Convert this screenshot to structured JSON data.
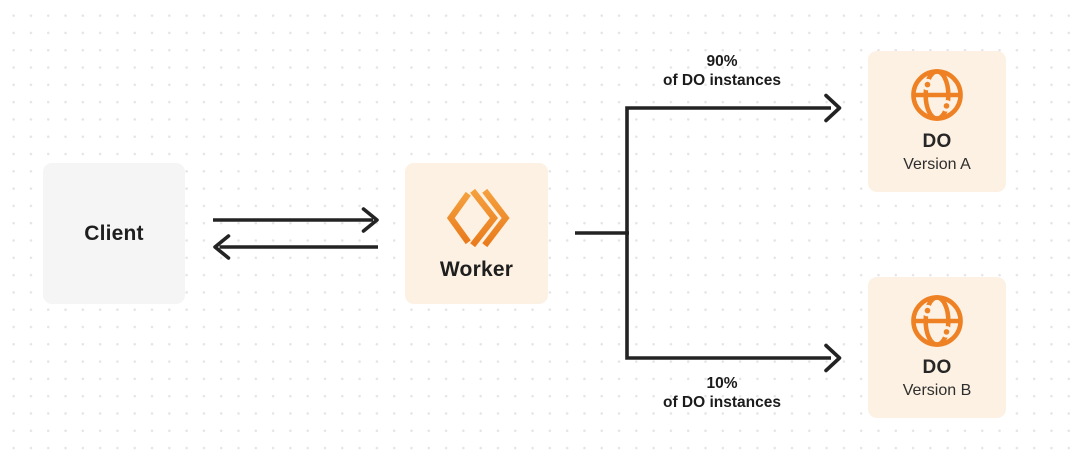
{
  "diagram": {
    "colors": {
      "accent_orange": "#ef8125",
      "cream_box": "#fcf1e2",
      "gray_box": "#f5f5f6",
      "line_dark": "#232323",
      "dot_grid": "#e4e4e9"
    },
    "nodes": {
      "client": {
        "label": "Client"
      },
      "worker": {
        "label": "Worker",
        "icon": "cloudflare-workers-icon"
      },
      "do_version_a": {
        "title": "DO",
        "subtitle": "Version A",
        "icon": "globe-icon"
      },
      "do_version_b": {
        "title": "DO",
        "subtitle": "Version B",
        "icon": "globe-icon"
      }
    },
    "edges": {
      "worker_to_do_a": {
        "percent": "90%",
        "caption": "of DO instances"
      },
      "worker_to_do_b": {
        "percent": "10%",
        "caption": "of DO instances"
      }
    }
  }
}
